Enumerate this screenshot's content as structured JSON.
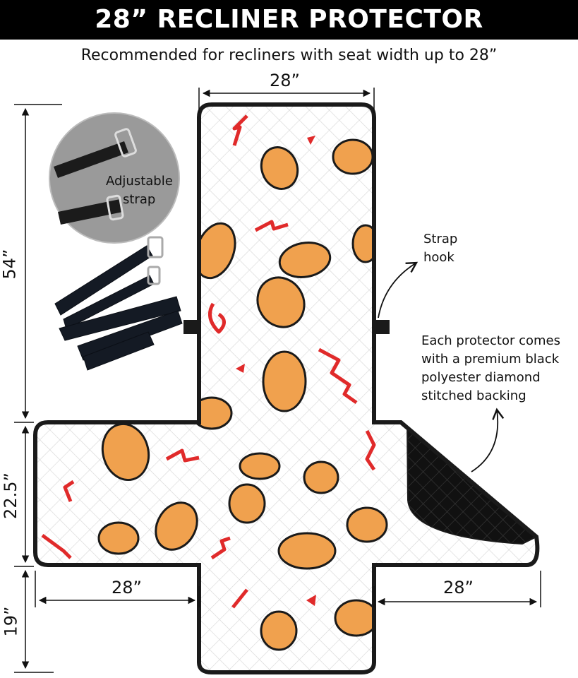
{
  "header": {
    "title": "28” RECLINER PROTECTOR"
  },
  "subtitle": "Recommended for recliners with seat width up to 28”",
  "dimensions": {
    "top_width": "28”",
    "height_back": "54”",
    "height_seat": "22.5”",
    "height_footrest": "19”",
    "left_arm_width": "28”",
    "right_arm_width": "28”"
  },
  "callouts": {
    "strap_line1": "Adjustable",
    "strap_line2": "strap",
    "hook_line1": "Strap",
    "hook_line2": "hook",
    "backing_line1": "Each protector comes",
    "backing_line2": "with a premium black",
    "backing_line3": "polyester diamond",
    "backing_line4": "stitched backing"
  },
  "colors": {
    "outline": "#1a1a1a",
    "fabric": "#ffffff",
    "bean_fill": "#f0a14e",
    "accent_red": "#e02a2a",
    "backing": "#111111"
  }
}
